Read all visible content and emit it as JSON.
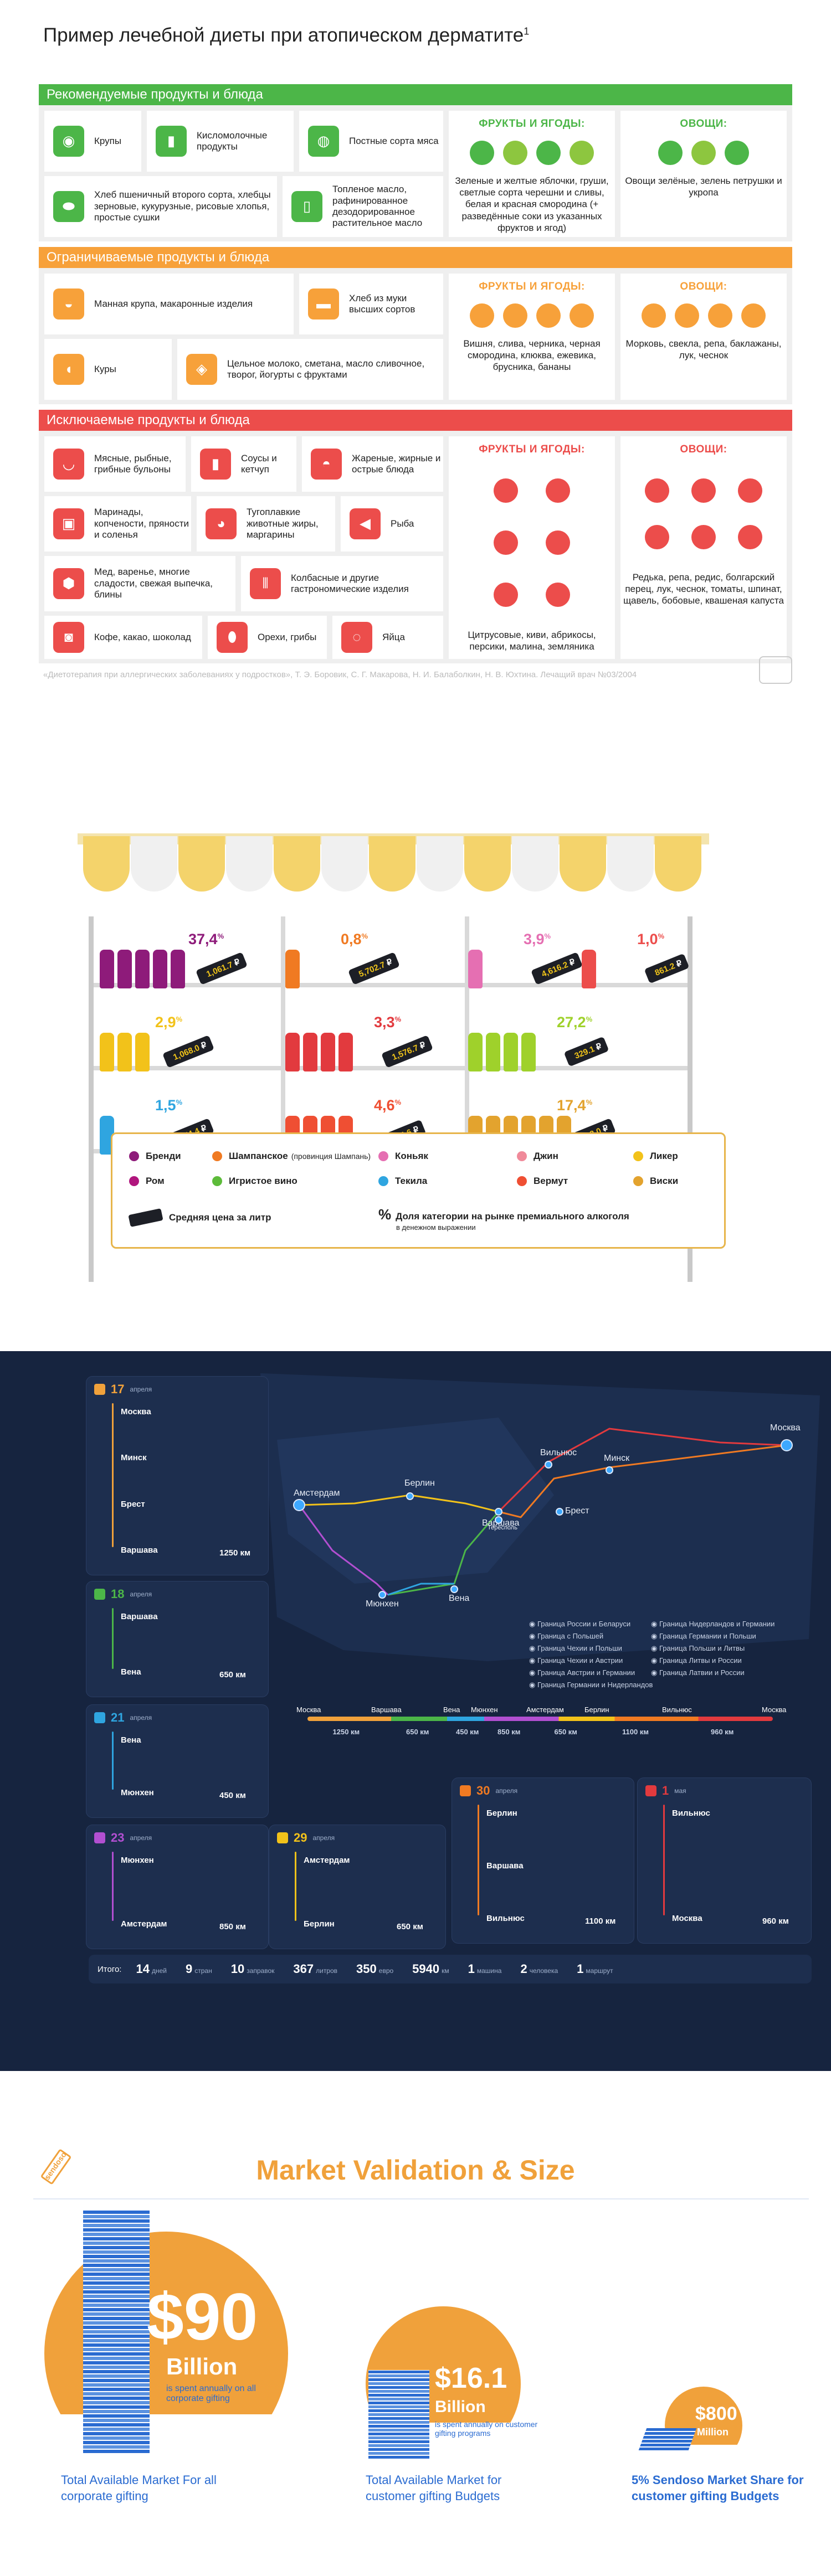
{
  "diet": {
    "title": "Пример лечебной диеты при атопическом дерматите",
    "title_sup": "1",
    "bands": {
      "recommended": "Рекомендуемые продукты и блюда",
      "limited": "Ограничиваемые продукты и блюда",
      "excluded": "Исключаемые продукты и блюда"
    },
    "band_colors": {
      "recommended": "#4cb648",
      "limited": "#f7a13a",
      "excluded": "#ec4d4b"
    },
    "recommended": {
      "items": [
        {
          "text": "Крупы",
          "icon": "grain-jar-icon"
        },
        {
          "text": "Кисломолочные продукты",
          "icon": "milk-carton-icon"
        },
        {
          "text": "Постные сорта мяса",
          "icon": "steak-icon"
        },
        {
          "text": "Хлеб пшеничный второго сорта, хлебцы зерновые, кукурузные, рисовые хлопья, простые сушки",
          "icon": "bread-icon"
        },
        {
          "text": "Топленое масло, рафинированное дезодорированное растительное масло",
          "icon": "oil-bottle-icon"
        }
      ],
      "fruits_heading": "ФРУКТЫ И ЯГОДЫ:",
      "fruits_text": "Зеленые и желтые яблочки, груши, светлые сорта черешни и сливы, белая и красная смородина (+ разведённые соки из указанных фруктов и ягод)",
      "veg_heading": "ОВОЩИ:",
      "veg_text": "Овощи зелёные, зелень петрушки и укропа"
    },
    "limited": {
      "items": [
        {
          "text": "Манная крупа, макаронные изделия",
          "icon": "pasta-bowl-icon"
        },
        {
          "text": "Хлеб из муки высших сортов",
          "icon": "loaf-icon"
        },
        {
          "text": "Куры",
          "icon": "chicken-icon"
        },
        {
          "text": "Цельное молоко, сметана, масло сливочное, творог, йогурты с фруктами",
          "icon": "dairy-icon"
        }
      ],
      "fruits_heading": "ФРУКТЫ И ЯГОДЫ:",
      "fruits_text": "Вишня, слива, черника, черная смородина, клюква, ежевика, брусника, бананы",
      "veg_heading": "ОВОЩИ:",
      "veg_text": "Морковь, свекла, репа, баклажаны, лук, чеснок"
    },
    "excluded": {
      "items": [
        {
          "text": "Мясные, рыбные, грибные бульоны",
          "icon": "soup-icon"
        },
        {
          "text": "Соусы и кетчуп",
          "icon": "ketchup-icon"
        },
        {
          "text": "Жареные, жирные и острые блюда",
          "icon": "burger-icon"
        },
        {
          "text": "Маринады, копчености, пряности и соленья",
          "icon": "jar-icon"
        },
        {
          "text": "Тугоплавкие животные жиры, маргарины",
          "icon": "pig-icon"
        },
        {
          "text": "Рыба",
          "icon": "fish-icon"
        },
        {
          "text": "Мед, варенье, многие сладости, свежая выпечка, блины",
          "icon": "honey-icon"
        },
        {
          "text": "Колбасные и другие гастрономические изделия",
          "icon": "sausage-icon"
        },
        {
          "text": "Кофе, какао, шоколад",
          "icon": "coffee-icon"
        },
        {
          "text": "Орехи, грибы",
          "icon": "mushroom-icon"
        },
        {
          "text": "Яйца",
          "icon": "eggs-icon"
        }
      ],
      "fruits_heading": "ФРУКТЫ И ЯГОДЫ:",
      "fruits_text": "Цитрусовые, киви, абрикосы, персики, малина, земляника",
      "veg_heading": "ОВОЩИ:",
      "veg_text": "Редька, репа, редис, болгарский перец, лук, чеснок, томаты, шпинат, щавель, бобовые, квашеная капуста"
    },
    "footnote": "«Диетотерапия при аллергических заболеваниях у подростков», Т. Э. Боровик, С. Г. Макарова, Н. И. Балаболкин, Н. В. Юхтина. Лечащий врач №03/2004"
  },
  "alcohol": {
    "shelves": [
      {
        "pct": "37,4",
        "price": "1,061.7",
        "color": "#8e1b7a"
      },
      {
        "pct": "0,8",
        "price": "5,702.7",
        "color": "#f07a22"
      },
      {
        "pct": "3,9",
        "price": "4,616.2",
        "color": "#e56fb2"
      },
      {
        "pct": "1,0",
        "price": "861.2",
        "color": "#ec4d4b"
      },
      {
        "pct": "2,9",
        "price": "1,068.0",
        "color": "#f2c21a"
      },
      {
        "pct": "3,3",
        "price": "1,576.7",
        "color": "#e23a3e"
      },
      {
        "pct": "27,2",
        "price": "329.1",
        "color": "#9fd12b"
      },
      {
        "pct": "1,5",
        "price": "1,774.4",
        "color": "#2fa5e0"
      },
      {
        "pct": "4,6",
        "price": "534.6",
        "color": "#ef4f33"
      },
      {
        "pct": "17,4",
        "price": "1,522.0",
        "color": "#e3a32e"
      }
    ],
    "currency": "₽",
    "legend": [
      {
        "label": "Бренди",
        "color": "#8e1b7a"
      },
      {
        "label": "Шампанское",
        "note": "(провинция Шампань)",
        "color": "#f07a22"
      },
      {
        "label": "Коньяк",
        "color": "#e56fb2"
      },
      {
        "label": "Джин",
        "color": "#f08a9a"
      },
      {
        "label": "Ликер",
        "color": "#f2c21a"
      },
      {
        "label": "Ром",
        "color": "#b0157d"
      },
      {
        "label": "Игристое вино",
        "color": "#5dbb3a"
      },
      {
        "label": "Текила",
        "color": "#2fa5e0"
      },
      {
        "label": "Вермут",
        "color": "#ef4f33"
      },
      {
        "label": "Виски",
        "color": "#e3a32e"
      }
    ],
    "legend_price": "Средняя цена за литр",
    "legend_share": "Доля категории на рынке премиального алкоголя",
    "legend_share_sub": "в денежном выражении"
  },
  "route": {
    "cities": [
      "Москва",
      "Минск",
      "Вильнюс",
      "Брест",
      "Варшава",
      "Берлин",
      "Амстердам",
      "Мюнхен",
      "Вена",
      "Тересполь"
    ],
    "borders": [
      "Граница России и Беларуси",
      "Граница с Польшей",
      "Граница Чехии и Польши",
      "Граница Чехии и Австрии",
      "Граница Австрии и Германии",
      "Граница Германии и Нидерландов",
      "Граница Нидерландов и Германии",
      "Граница Германии и Польши",
      "Граница Польши и Литвы",
      "Граница Литвы и России",
      "Граница Латвии и России"
    ],
    "bar": [
      {
        "from": "Москва",
        "km": "1250 км"
      },
      {
        "from": "Варшава",
        "km": "650 км"
      },
      {
        "from": "Вена",
        "km": "450 км"
      },
      {
        "from": "Мюнхен",
        "km": "850 км"
      },
      {
        "from": "Амстердам",
        "km": "650 км"
      },
      {
        "from": "Берлин",
        "km": "1100 км"
      },
      {
        "from": "Вильнюс",
        "km": "960 км"
      },
      {
        "from": "Москва",
        "km": ""
      }
    ],
    "days": [
      {
        "day": "17",
        "mon": "апреля",
        "color": "#f0a13b",
        "stops": [
          "Москва",
          "Минск",
          "Брест",
          "Варшава"
        ],
        "km": "1250 км"
      },
      {
        "day": "18",
        "mon": "апреля",
        "color": "#4cb648",
        "stops": [
          "Варшава",
          "Вена"
        ],
        "km": "650 км"
      },
      {
        "day": "21",
        "mon": "апреля",
        "color": "#2fa5e0",
        "stops": [
          "Вена",
          "Мюнхен"
        ],
        "km": "450 км"
      },
      {
        "day": "23",
        "mon": "апреля",
        "color": "#b24fd1",
        "stops": [
          "Мюнхен",
          "Амстердам"
        ],
        "km": "850 км"
      },
      {
        "day": "29",
        "mon": "апреля",
        "color": "#f2c21a",
        "stops": [
          "Амстердам",
          "Берлин"
        ],
        "km": "650 км"
      },
      {
        "day": "30",
        "mon": "апреля",
        "color": "#f07a22",
        "stops": [
          "Берлин",
          "Варшава",
          "Вильнюс"
        ],
        "km": "1100 км"
      },
      {
        "day": "1",
        "mon": "мая",
        "color": "#e23a3e",
        "stops": [
          "Вильнюс",
          "Москва"
        ],
        "km": "960 км"
      }
    ],
    "summary_label": "Итого:",
    "summary": [
      {
        "v": "14",
        "u": "дней"
      },
      {
        "v": "9",
        "u": "стран"
      },
      {
        "v": "10",
        "u": "заправок"
      },
      {
        "v": "367",
        "u": "литров"
      },
      {
        "v": "350",
        "u": "евро"
      },
      {
        "v": "5940",
        "u": "км"
      },
      {
        "v": "1",
        "u": "машина"
      },
      {
        "v": "2",
        "u": "человека"
      },
      {
        "v": "1",
        "u": "маршрут"
      }
    ]
  },
  "market": {
    "title": "Market Validation & Size",
    "badge": "sendoso",
    "blocks": [
      {
        "big": "$90",
        "unit": "Billion",
        "sub": "is spent annually on all corporate gifting",
        "cap": "Total Available Market For all corporate gifting"
      },
      {
        "big": "$16.1",
        "unit": "Billion",
        "sub": "is spent annually on customer gifting programs",
        "cap": "Total Available Market for customer gifting Budgets"
      },
      {
        "big": "$800",
        "unit": "Million",
        "sub": "",
        "cap": "5% Sendoso Market Share for customer gifting Budgets"
      }
    ],
    "accent": "#f0a13b",
    "blue": "#2a6bd1"
  }
}
